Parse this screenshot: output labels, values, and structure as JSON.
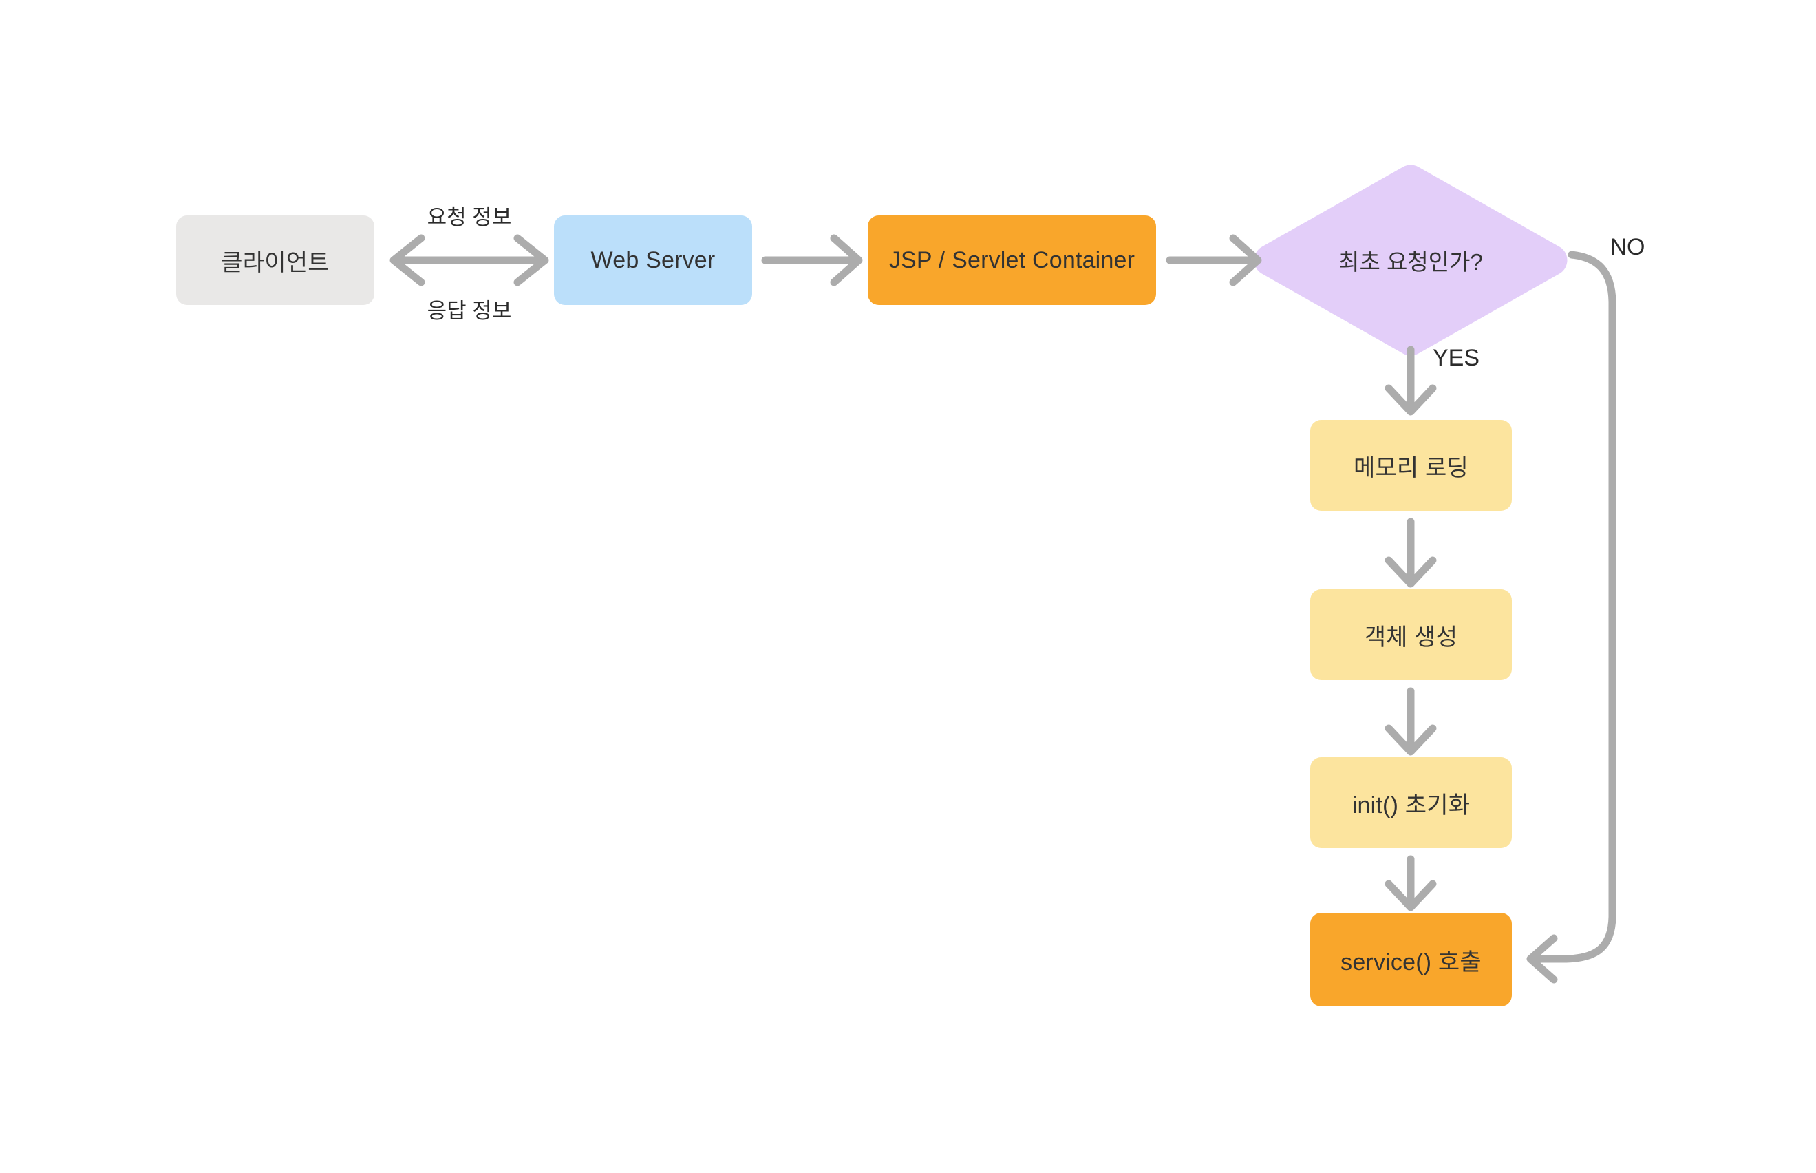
{
  "colors": {
    "node-gray": "#E9E8E7",
    "node-blue": "#BBDFFA",
    "node-orange": "#F9A62B",
    "node-yellow": "#FCE49E",
    "node-purple": "#E3CEF9",
    "arrow": "#ACACAC",
    "text": "#333333"
  },
  "nodes": {
    "client": {
      "label": "클라이언트"
    },
    "web_server": {
      "label": "Web Server"
    },
    "jsp_container": {
      "label": "JSP / Servlet Container"
    },
    "first_request": {
      "label": "최초 요청인가?"
    },
    "memory_loading": {
      "label": "메모리 로딩"
    },
    "object_creation": {
      "label": "객체 생성"
    },
    "init": {
      "label": "init() 초기화"
    },
    "service_call": {
      "label": "service() 호출"
    }
  },
  "edge_labels": {
    "request": "요청 정보",
    "response": "응답 정보",
    "yes": "YES",
    "no": "NO"
  }
}
